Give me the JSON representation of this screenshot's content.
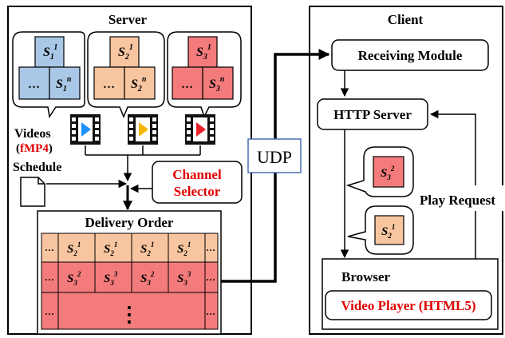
{
  "server": {
    "title": "Server",
    "segments": [
      {
        "base": "S",
        "sub": "1",
        "sup": "1",
        "corner": "…",
        "sub_n": "1",
        "sup_n": "n",
        "color": "#a9c7e6"
      },
      {
        "base": "S",
        "sub": "2",
        "sup": "1",
        "corner": "…",
        "sub_n": "2",
        "sup_n": "n",
        "color": "#f7c59f"
      },
      {
        "base": "S",
        "sub": "3",
        "sup": "1",
        "corner": "…",
        "sub_n": "3",
        "sup_n": "n",
        "color": "#f47b7b"
      }
    ],
    "videos_label": "Videos",
    "fmp4_open": "(",
    "fmp4_text": "fMP4",
    "fmp4_close": ")",
    "schedule_label": "Schedule",
    "channel_selector": [
      "Channel",
      "Selector"
    ],
    "play_colors": [
      "#1e90ff",
      "#f5b800",
      "#e8202a"
    ],
    "delivery": {
      "title": "Delivery Order",
      "row1": {
        "edge": "…",
        "cells": [
          [
            "S",
            "2",
            "1"
          ],
          [
            "S",
            "2",
            "1"
          ],
          [
            "S",
            "2",
            "1"
          ],
          [
            "S",
            "2",
            "1"
          ]
        ],
        "color": "#f7c59f"
      },
      "row2": {
        "edge": "…",
        "cells": [
          [
            "S",
            "3",
            "2"
          ],
          [
            "S",
            "3",
            "3"
          ],
          [
            "S",
            "3",
            "2"
          ],
          [
            "S",
            "3",
            "3"
          ]
        ],
        "color": "#f47b7b"
      },
      "row3": {
        "edge": "…",
        "center": "⋮",
        "color": "#f47b7b"
      }
    }
  },
  "link_label": "UDP",
  "client": {
    "title": "Client",
    "receiving_module": "Receiving Module",
    "http_server": "HTTP Server",
    "bubble1": {
      "base": "S",
      "sub": "3",
      "sup": "2",
      "color": "#f47b7b"
    },
    "bubble2": {
      "base": "S",
      "sub": "2",
      "sup": "1",
      "color": "#f7c59f"
    },
    "play_request": "Play Request",
    "browser": "Browser",
    "video_player": "Video Player (HTML5)"
  },
  "colors": {
    "accent_red": "#e00000",
    "link_blue": "#4a6fb5"
  }
}
